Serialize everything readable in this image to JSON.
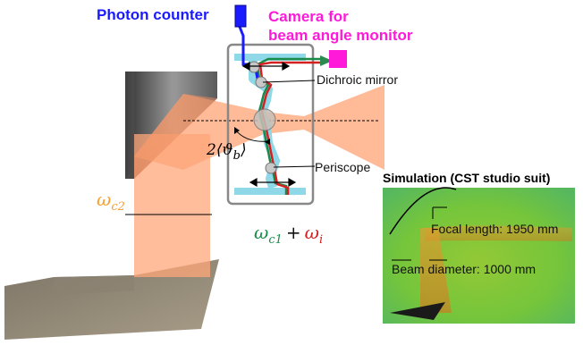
{
  "labels": {
    "photon_counter": "Photon counter",
    "camera_line1": "Camera for",
    "camera_line2": "beam angle monitor",
    "dichroic_mirror": "Dichroic mirror",
    "periscope": "Periscope",
    "angle": "2⟨ϑ",
    "angle_sub": "b",
    "angle_close": "⟩",
    "omega_c2_symbol": "ω",
    "omega_c2_sub": "c2",
    "omega_c1_symbol": "ω",
    "omega_c1_sub": "c1",
    "plus": "+",
    "omega_i_symbol": "ω",
    "omega_i_sub": "i"
  },
  "simulation": {
    "title": "Simulation (CST studio suit)",
    "focal_length": "Focal length: 1950 mm",
    "beam_diameter": "Beam diameter: 1000 mm"
  },
  "colors": {
    "beam_orange": "#ffa77a",
    "photon_blue": "#1a1aff",
    "camera_magenta": "#ff19d9",
    "omega_c1_green": "#1a8a4a",
    "omega_i_red": "#d42020",
    "omega_c2_orange": "#f5a030",
    "mirror_cyan": "#8fd8e8"
  }
}
